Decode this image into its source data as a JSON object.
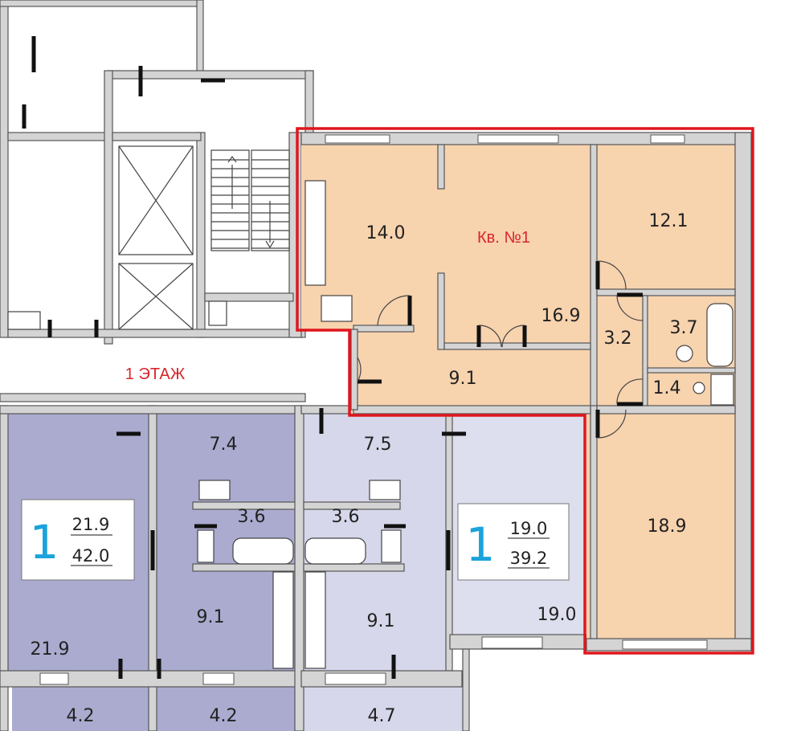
{
  "floor_label": "1 ЭТАЖ",
  "colors": {
    "selected_apartment": "#f7d3ae",
    "apartment_dark": "#aaabcf",
    "apartment_light": "#d6d7ea",
    "apartment_lightest": "#dedfee",
    "highlight_outline": "#e0161e",
    "room_count_color": "#1ba3dc"
  },
  "selected_apartment": {
    "title": "Кв. №1",
    "rooms": {
      "kitchen": "14.0",
      "living": "16.9",
      "bedroom": "12.1",
      "hall": "3.2",
      "bathroom": "3.7",
      "wc": "1.4",
      "corridor": "9.1",
      "bedroom2": "18.9"
    }
  },
  "apartment_left": {
    "room_count": "1",
    "living_area": "21.9",
    "total_area": "42.0",
    "rooms": {
      "room": "21.9",
      "hall": "7.4",
      "bathroom": "3.6",
      "kitchen": "9.1",
      "balcony": "4.2",
      "balcony2": "4.2"
    }
  },
  "apartment_right": {
    "room_count": "1",
    "living_area": "19.0",
    "total_area": "39.2",
    "rooms": {
      "room": "19.0",
      "hall": "7.5",
      "bathroom": "3.6",
      "kitchen": "9.1",
      "balcony": "4.7"
    }
  }
}
